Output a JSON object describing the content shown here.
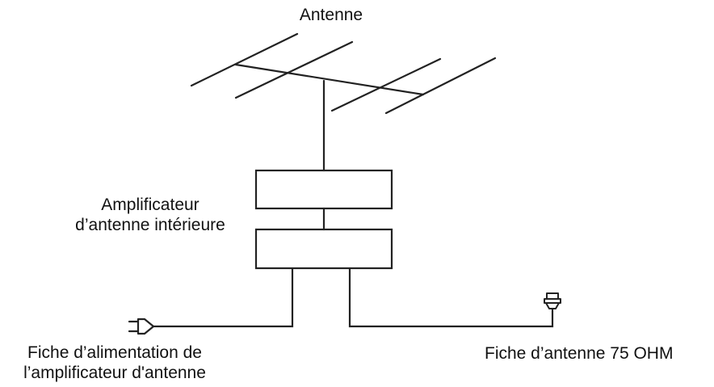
{
  "labels": {
    "antenna": "Antenne",
    "amplifier_line1": "Amplificateur",
    "amplifier_line2": "d’antenne intérieure",
    "power_plug_line1": "Fiche d’alimentation de",
    "power_plug_line2": "l’amplificateur d'antenne",
    "antenna_plug": "Fiche d’antenne 75 OHM"
  },
  "colors": {
    "line": "#222222",
    "background": "#ffffff",
    "text": "#111111"
  },
  "icons": {
    "power_plug": "power-plug-icon",
    "coax_connector": "coax-connector-icon"
  }
}
